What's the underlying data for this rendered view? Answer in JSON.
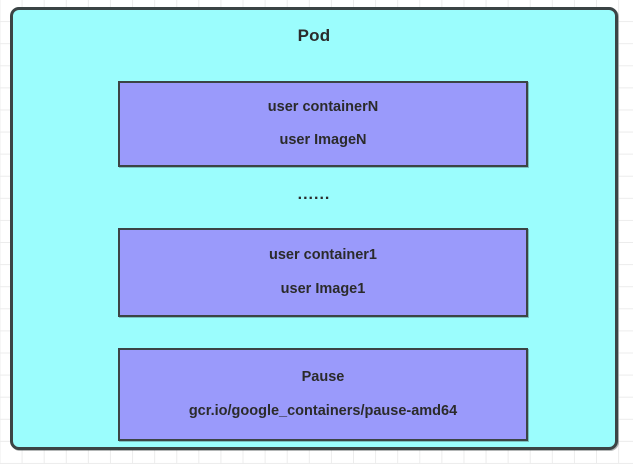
{
  "diagram": {
    "title": "Pod",
    "pod_fill_color": "#9BFDFD",
    "container_fill_color": "#9A9AFB",
    "border_color": "#3b4445",
    "separator": "......",
    "containers": [
      {
        "name_label": "user containerN",
        "image_label": "user ImageN"
      },
      {
        "name_label": "user container1",
        "image_label": "user Image1"
      },
      {
        "name_label": "Pause",
        "image_label": "gcr.io/google_containers/pause-amd64"
      }
    ]
  }
}
